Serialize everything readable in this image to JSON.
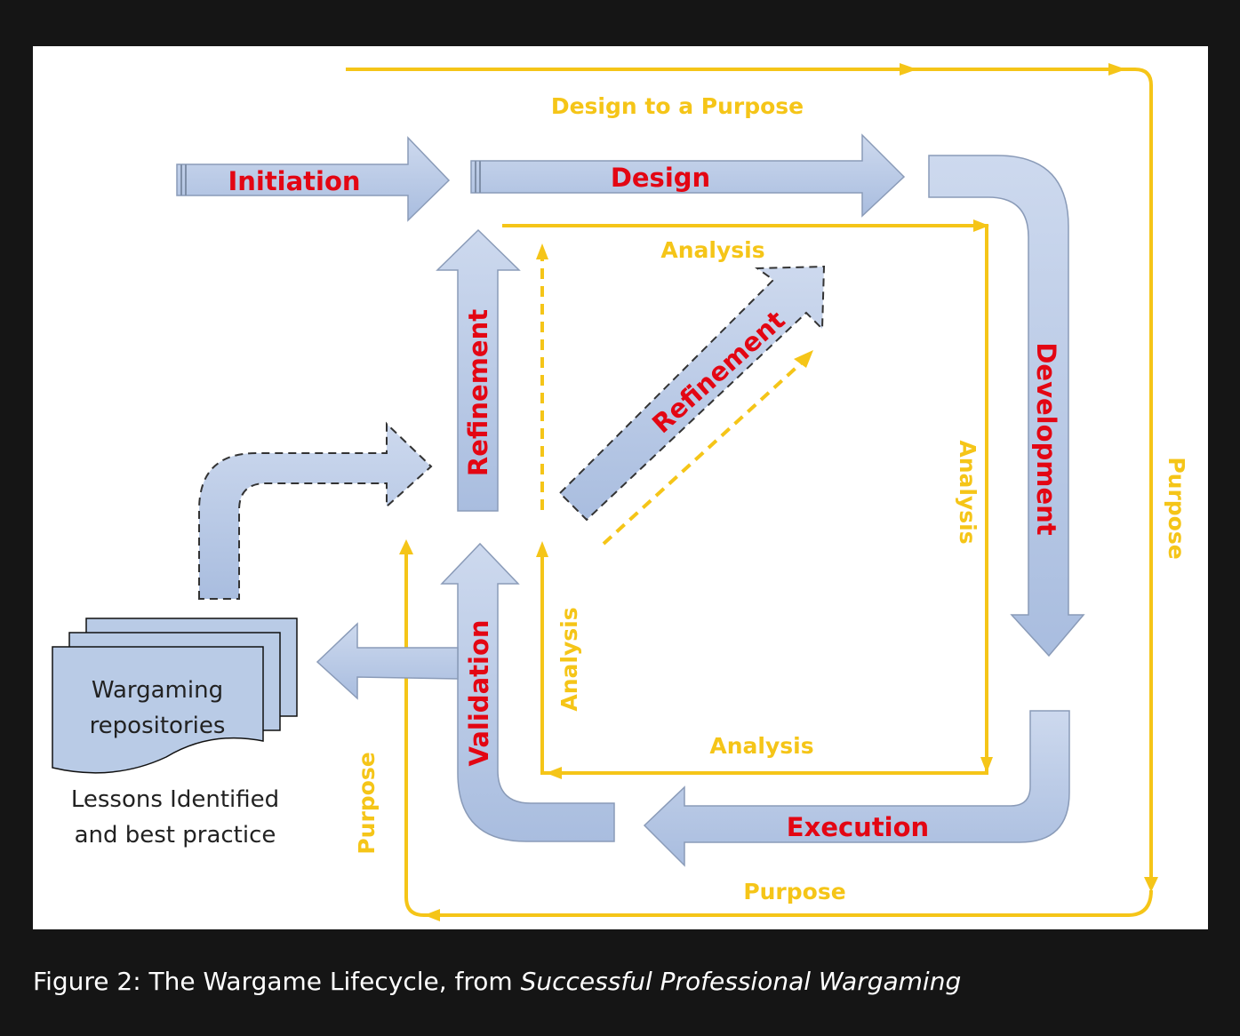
{
  "colors": {
    "background": "#151515",
    "panel": "#ffffff",
    "arrow_fill": "#b9cbe6",
    "stage_text": "#e30613",
    "flow_line": "#f5c518"
  },
  "diagram": {
    "top_flow_label": "Design to a Purpose",
    "stages": {
      "initiation": "Initiation",
      "design": "Design",
      "development": "Development",
      "execution": "Execution",
      "validation": "Validation",
      "refinement_vertical": "Refinement",
      "refinement_diagonal": "Refinement"
    },
    "analysis_labels": {
      "top": "Analysis",
      "right": "Analysis",
      "bottom": "Analysis",
      "left": "Analysis"
    },
    "purpose_labels": {
      "right": "Purpose",
      "bottom": "Purpose",
      "left": "Purpose"
    },
    "repository": {
      "line1": "Wargaming",
      "line2": "repositories",
      "note_line1": "Lessons Identified",
      "note_line2": "and best practice"
    }
  },
  "caption": {
    "prefix": "Figure 2: The Wargame Lifecycle, from ",
    "title_italic": "Successful Professional Wargaming"
  }
}
